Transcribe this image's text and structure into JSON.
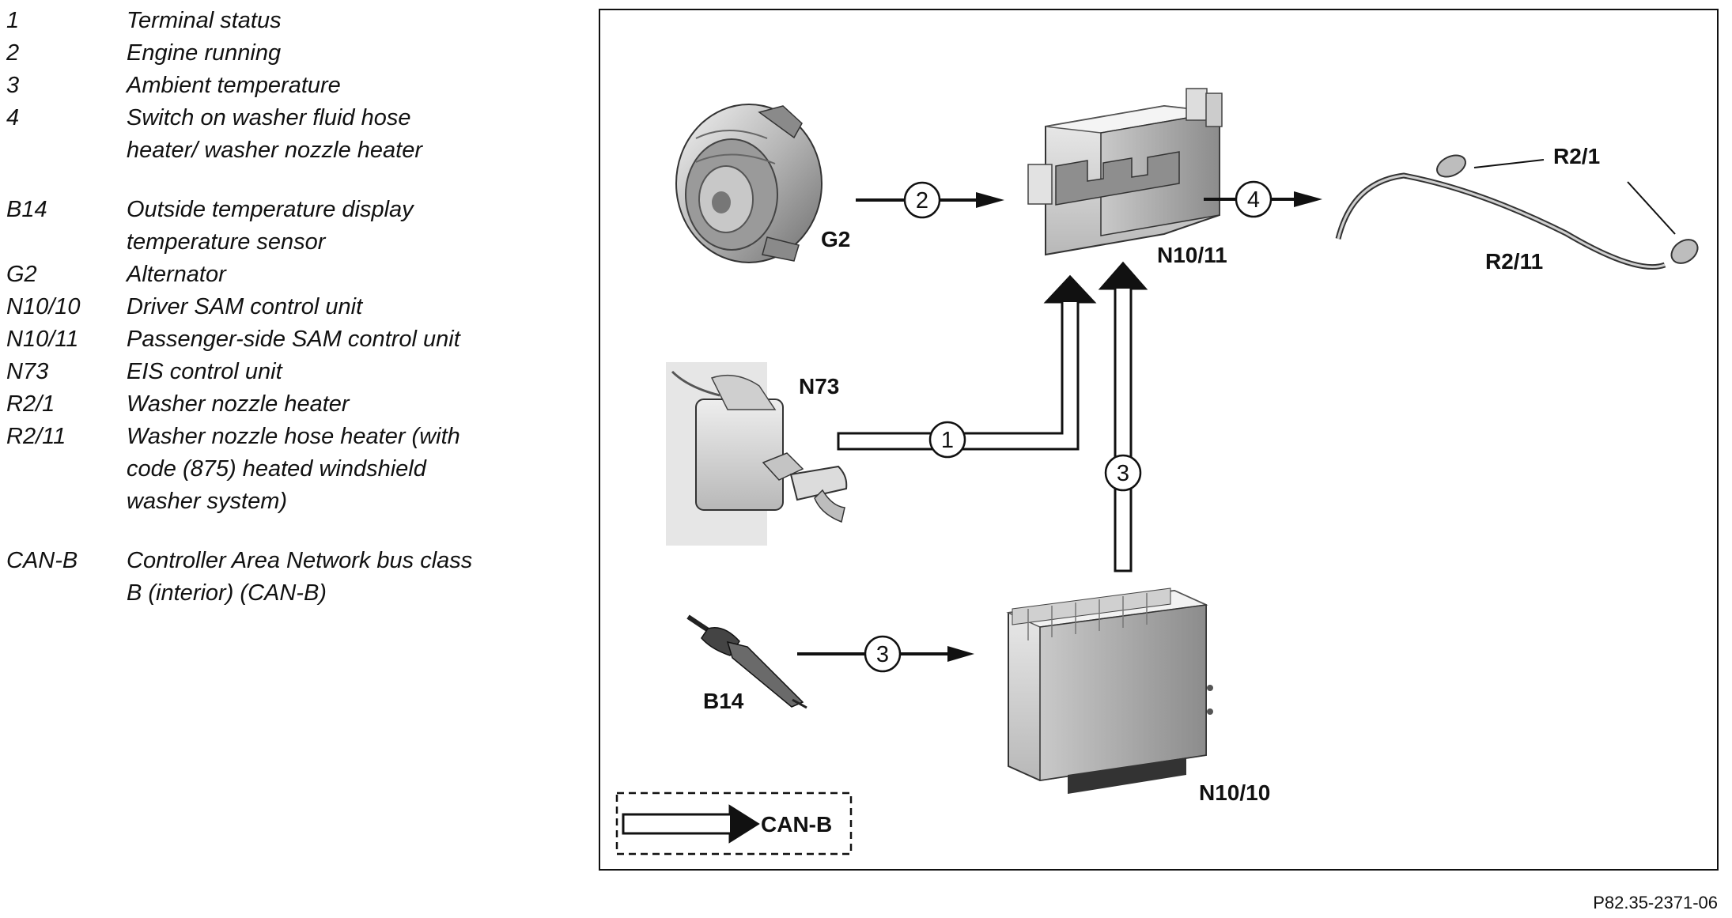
{
  "legend": [
    {
      "code": "1",
      "desc": [
        "Terminal status"
      ]
    },
    {
      "code": "2",
      "desc": [
        "Engine running"
      ]
    },
    {
      "code": "3",
      "desc": [
        "Ambient temperature"
      ]
    },
    {
      "code": "4",
      "desc": [
        "Switch on washer fluid hose",
        "heater/ washer nozzle heater"
      ]
    },
    {
      "code": "B14",
      "desc": [
        "Outside temperature display",
        "temperature sensor"
      ]
    },
    {
      "code": "G2",
      "desc": [
        "Alternator"
      ]
    },
    {
      "code": "N10/10",
      "desc": [
        "Driver SAM control unit"
      ]
    },
    {
      "code": "N10/11",
      "desc": [
        "Passenger-side SAM control unit"
      ]
    },
    {
      "code": "N73",
      "desc": [
        "EIS control unit"
      ]
    },
    {
      "code": "R2/1",
      "desc": [
        "Washer nozzle heater"
      ]
    },
    {
      "code": "R2/11",
      "desc": [
        "Washer nozzle hose heater (with",
        "code (875) heated windshield",
        "washer system)"
      ]
    },
    {
      "code": "CAN-B",
      "desc": [
        "Controller Area Network bus class",
        "B (interior) (CAN-B)"
      ]
    }
  ],
  "diagram": {
    "components": {
      "g2": "G2",
      "n10_11": "N10/11",
      "r2_1": "R2/1",
      "r2_11": "R2/11",
      "n73": "N73",
      "b14": "B14",
      "n10_10": "N10/10"
    },
    "signals": {
      "g2_to_n10_11": "2",
      "n10_11_to_r2": "4",
      "n73_to_n10_11": "1",
      "n10_10_to_n10_11": "3",
      "b14_to_n10_10": "3"
    },
    "key_label": "CAN-B"
  },
  "figure_code": "P82.35-2371-06"
}
